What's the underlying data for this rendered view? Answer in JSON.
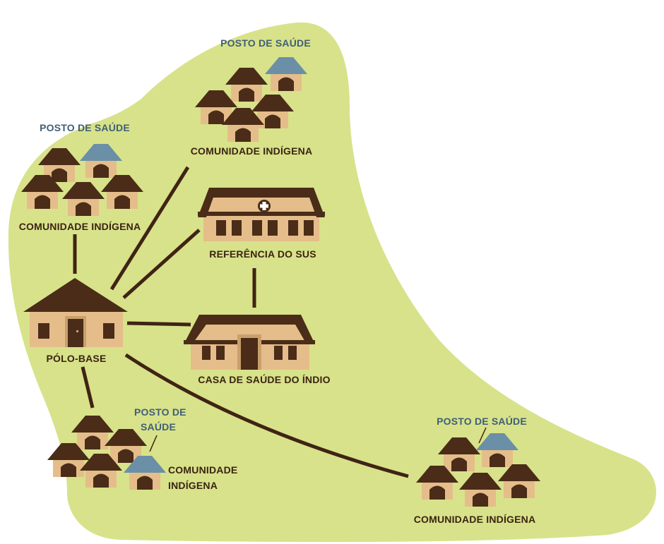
{
  "colors": {
    "land": "#d8e28a",
    "roof_dark": "#4a2c18",
    "hut_body": "#e5bd8a",
    "door": "#4a2c18",
    "post_roof": "#6b8fa6",
    "connector": "#3f2414",
    "label_dark": "#3a2412",
    "label_blue": "#3f5f78"
  },
  "labels": {
    "community_top": "COMUNIDADE INDÍGENA",
    "post_top": "POSTO DE SAÚDE",
    "community_left": "COMUNIDADE INDÍGENA",
    "post_left": "POSTO DE SAÚDE",
    "referencia": "REFERÊNCIA DO SUS",
    "casa_saude": "CASA DE SAÚDE DO ÍNDIO",
    "polo_base": "PÓLO-BASE",
    "post_bottom_left_1": "POSTO DE",
    "post_bottom_left_2": "SAÚDE",
    "community_bottom_left_1": "COMUNIDADE",
    "community_bottom_left_2": "INDÍGENA",
    "post_bottom_right": "POSTO DE SAÚDE",
    "community_bottom_right": "COMUNIDADE INDÍGENA"
  },
  "icons": {
    "hut": "hut-icon",
    "health_post": "health-post-hut-icon",
    "hospital": "hospital-building-icon",
    "medical_cross": "medical-cross-icon",
    "polo_base": "polo-base-house-icon",
    "casa_saude": "casa-saude-building-icon"
  }
}
